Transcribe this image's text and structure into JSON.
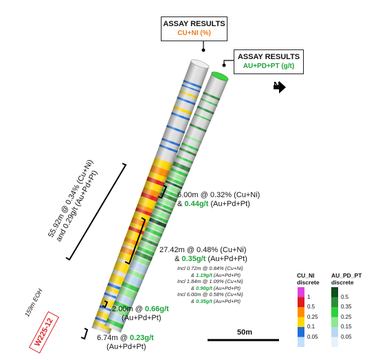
{
  "header_cu": {
    "title": "ASSAY RESULTS",
    "subtitle": "CU+NI (%)",
    "subtitle_color": "#f07a1a"
  },
  "header_au": {
    "title": "ASSAY RESULTS",
    "subtitle": "AU+PD+PT (g/t)",
    "subtitle_color": "#1aa33a"
  },
  "north_label": "N",
  "intercept_long": {
    "line1": "55.92m @ 0.34% (Cu+Ni)",
    "line2": "and 0.29g/t (Au+Pd+Pt)"
  },
  "intercept_a": {
    "prefix": "6.00m @ 0.32% (Cu+Ni)",
    "amp": "& ",
    "grade": "0.44g/t",
    "suffix": " (Au+Pd+Pt)"
  },
  "intercept_b": {
    "prefix": "27.42m @ 0.48% (Cu+Ni)",
    "amp": "& ",
    "grade": "0.35g/t",
    "suffix": " (Au+Pd+Pt)"
  },
  "includes": [
    {
      "a": "Incl 0.72m @ 0.84% (Cu+Ni)"
    },
    {
      "amp": "& ",
      "g": "1.19g/t",
      "s": " (Au+Pd+Pt)"
    },
    {
      "a": "Incl 1.84m @ 1.09% (Cu+Ni)"
    },
    {
      "amp": "& ",
      "g": "0.90g/t",
      "s": " (Au+Pd+Pt)"
    },
    {
      "a": "Incl 6.00m @ 0.58% (Cu+Ni)"
    },
    {
      "amp": "& ",
      "g": "0.35g/t",
      "s": " (Au+Pd+Pt)"
    }
  ],
  "intercept_c": {
    "prefix": "2.00m @ ",
    "grade": "0.66g/t",
    "line2": "(Au+Pd+Pt)"
  },
  "intercept_d": {
    "prefix": "6.74m @ ",
    "grade": "0.23g/t",
    "line2": "(Au+Pd+Pt)"
  },
  "eoh_label": "159m EOH",
  "hole_id": "W225-12",
  "scale_label": "50m",
  "legend_cu": {
    "title1": "CU_NI",
    "title2": "discrete",
    "labels": [
      "1",
      "0.5",
      "0.25",
      "0.1",
      "0.05"
    ],
    "colors": [
      "#e040e0",
      "#e31a1c",
      "#ff8c00",
      "#ffd700",
      "#1e6fd9",
      "#bfe0ff"
    ]
  },
  "legend_au": {
    "title1": "AU_PD_PT",
    "title2": "discrete",
    "labels": [
      "0.5",
      "0.35",
      "0.25",
      "0.15",
      "0.05"
    ],
    "colors": [
      "#0e4d1c",
      "#2e8b3a",
      "#2fcf3f",
      "#8ee88e",
      "#b8d8f0",
      "#e8f2fa"
    ]
  }
}
